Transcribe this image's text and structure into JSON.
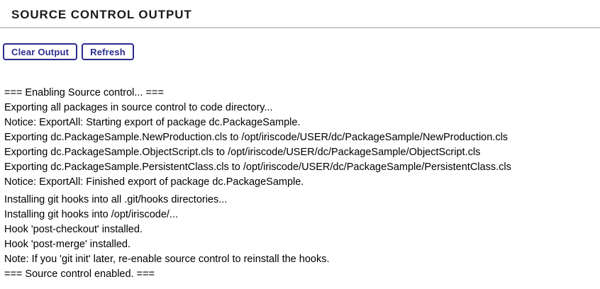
{
  "header": {
    "title": "SOURCE CONTROL OUTPUT"
  },
  "toolbar": {
    "clear_output_label": "Clear Output",
    "refresh_label": "Refresh"
  },
  "colors": {
    "page_background": "#ffffff",
    "title_text": "#1a1a1a",
    "divider": "#c8c8c8",
    "button_border": "#2b2b8f",
    "button_text": "#2b2b8f",
    "log_text": "#000000"
  },
  "output": {
    "lines": [
      {
        "text": "=== Enabling Source control... ===",
        "spaced_before": false
      },
      {
        "text": "Exporting all packages in source control to code directory...",
        "spaced_before": false
      },
      {
        "text": "Notice: ExportAll: Starting export of package dc.PackageSample.",
        "spaced_before": false
      },
      {
        "text": "Exporting dc.PackageSample.NewProduction.cls to /opt/iriscode/USER/dc/PackageSample/NewProduction.cls",
        "spaced_before": false
      },
      {
        "text": "Exporting dc.PackageSample.ObjectScript.cls to /opt/iriscode/USER/dc/PackageSample/ObjectScript.cls",
        "spaced_before": false
      },
      {
        "text": "Exporting dc.PackageSample.PersistentClass.cls to /opt/iriscode/USER/dc/PackageSample/PersistentClass.cls",
        "spaced_before": false
      },
      {
        "text": "Notice: ExportAll: Finished export of package dc.PackageSample.",
        "spaced_before": false
      },
      {
        "text": "Installing git hooks into all .git/hooks directories...",
        "spaced_before": true
      },
      {
        "text": "Installing git hooks into /opt/iriscode/...",
        "spaced_before": false
      },
      {
        "text": "Hook 'post-checkout' installed.",
        "spaced_before": false
      },
      {
        "text": "Hook 'post-merge' installed.",
        "spaced_before": false
      },
      {
        "text": "Note: If you 'git init' later, re-enable source control to reinstall the hooks.",
        "spaced_before": false
      },
      {
        "text": "=== Source control enabled. ===",
        "spaced_before": false
      }
    ]
  }
}
